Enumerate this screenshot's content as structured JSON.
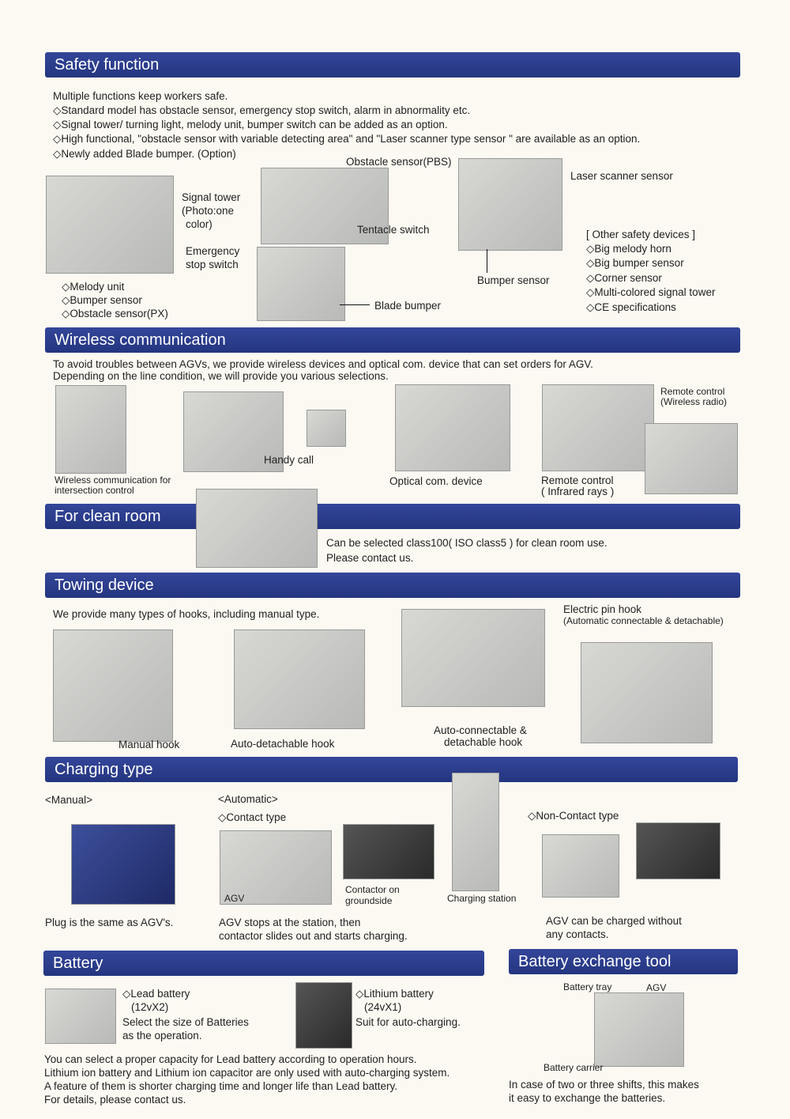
{
  "safety": {
    "title": "Safety function",
    "intro": "Multiple functions keep workers safe.",
    "bullets": [
      "◇Standard model has obstacle sensor, emergency stop switch, alarm in abnormality etc.",
      "◇Signal tower/ turning light, melody unit, bumper switch can be added as an option.",
      "◇High functional, \"obstacle sensor with variable detecting area\" and \"Laser scanner type sensor \" are available as an option.",
      "◇Newly added Blade bumper. (Option)"
    ],
    "labels": {
      "obstacle_pbs": "Obstacle sensor(PBS)",
      "signal_tower": "Signal tower",
      "photo_color": "(Photo:one",
      "color": "color)",
      "emergency": "Emergency",
      "stop_switch": "stop switch",
      "tentacle": "Tentacle switch",
      "blade": "Blade bumper",
      "laser": "Laser scanner sensor",
      "bumper": "Bumper sensor"
    },
    "options_left": [
      "◇Melody unit",
      "◇Bumper sensor",
      "◇Obstacle sensor(PX)"
    ],
    "other_title": "[ Other safety devices ]",
    "other": [
      "◇Big melody horn",
      "◇Big bumper sensor",
      "◇Corner sensor",
      "◇Multi-colored signal tower",
      "◇CE specifications"
    ]
  },
  "wireless": {
    "title": "Wireless communication",
    "text": [
      "To avoid troubles between AGVs, we provide wireless devices and optical com. device that can set orders for AGV.",
      "Depending on the line condition, we will provide you various selections."
    ],
    "captions": {
      "intersection1": "Wireless communication for",
      "intersection2": "intersection control",
      "handy": "Handy call",
      "optical": "Optical com. device",
      "remote_ir1": "Remote control",
      "remote_ir2": "( Infrared rays )",
      "remote_radio1": "Remote control",
      "remote_radio2": "(Wireless radio)"
    }
  },
  "clean": {
    "title": "For clean room",
    "text": [
      "Can be selected class100( ISO class5 ) for clean room use.",
      "Please contact us."
    ]
  },
  "towing": {
    "title": "Towing device",
    "text": "We provide many types of hooks, including manual type.",
    "captions": {
      "manual": "Manual hook",
      "auto_detach": "Auto-detachable hook",
      "auto_conn1": "Auto-connectable &",
      "auto_conn2": "detachable hook",
      "electric1": "Electric pin hook",
      "electric2": "(Automatic connectable & detachable)"
    }
  },
  "charging": {
    "title": "Charging type",
    "manual": "<Manual>",
    "automatic": "<Automatic>",
    "contact": "◇Contact type",
    "noncontact": "◇Non-Contact type",
    "agv": "AGV",
    "contactor1": "Contactor on",
    "contactor2": "groundside",
    "station": "Charging station",
    "plug": "Plug is the same as AGV's.",
    "stops1": "AGV stops at the station, then",
    "stops2": "contactor slides out and starts charging.",
    "nc1": "AGV can be charged without",
    "nc2": "any contacts."
  },
  "battery": {
    "title": "Battery",
    "lead": [
      "◇Lead battery",
      "(12vX2)",
      "Select the size of Batteries",
      "as the operation."
    ],
    "lithium": [
      "◇Lithium battery",
      "(24vX1)",
      "Suit for auto-charging."
    ],
    "text": [
      "You can select a proper capacity for Lead battery according to operation hours.",
      "Lithium ion battery and Lithium ion capacitor are only used with auto-charging system.",
      "A feature of them is shorter charging time and longer life than Lead battery.",
      "For details, please contact us."
    ]
  },
  "exchange": {
    "title": "Battery  exchange tool",
    "tray": "Battery tray",
    "agv": "AGV",
    "carrier": "Battery carrier",
    "text": [
      "In case of two or three shifts, this makes",
      "it easy to exchange the batteries."
    ]
  }
}
